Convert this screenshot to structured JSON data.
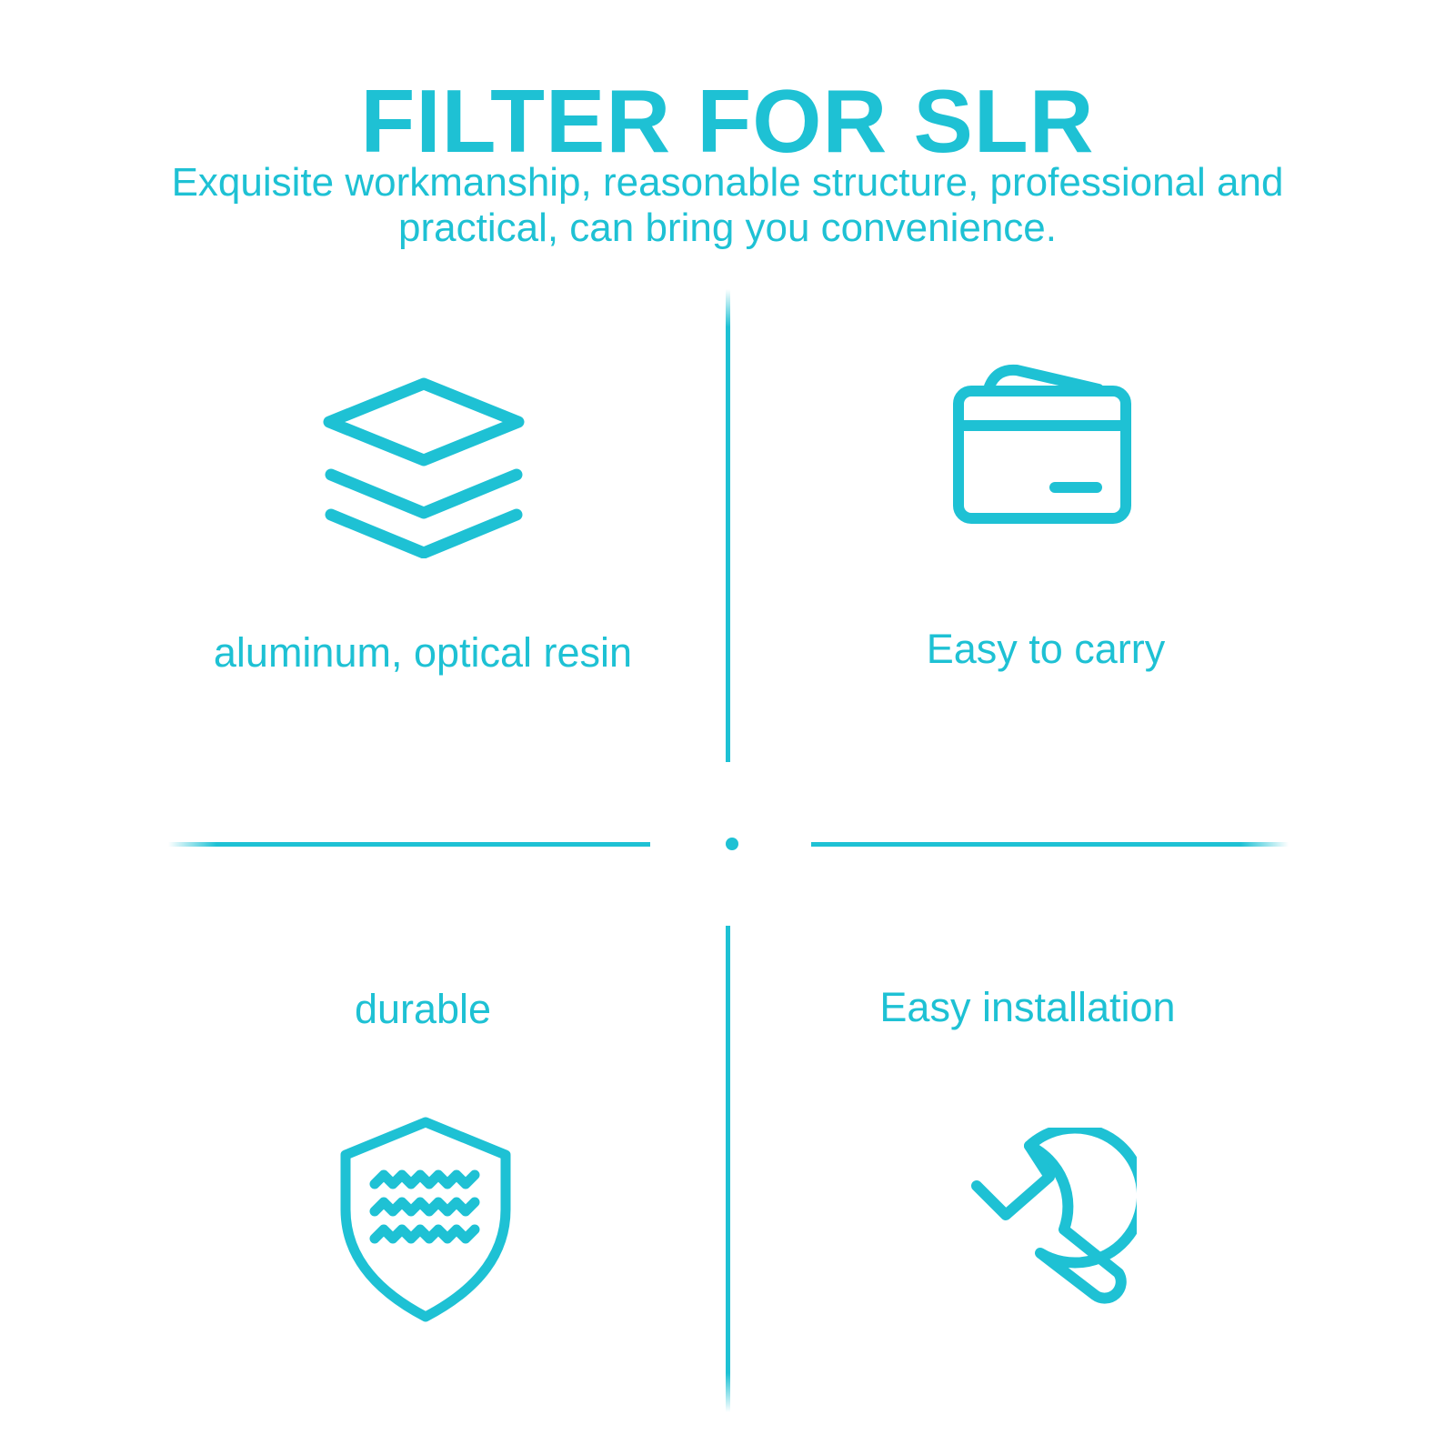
{
  "header": {
    "title": "FILTER FOR SLR",
    "subtitle": "Exquisite workmanship, reasonable structure, professional and practical, can bring you convenience."
  },
  "features": [
    {
      "label": "aluminum, optical resin",
      "icon": "layers-icon"
    },
    {
      "label": "Easy to carry",
      "icon": "wallet-icon"
    },
    {
      "label": "durable",
      "icon": "shield-waves-icon"
    },
    {
      "label": "Easy installation",
      "icon": "wrench-icon"
    }
  ],
  "colors": {
    "accent": "#1ec1d4",
    "background": "#ffffff"
  }
}
